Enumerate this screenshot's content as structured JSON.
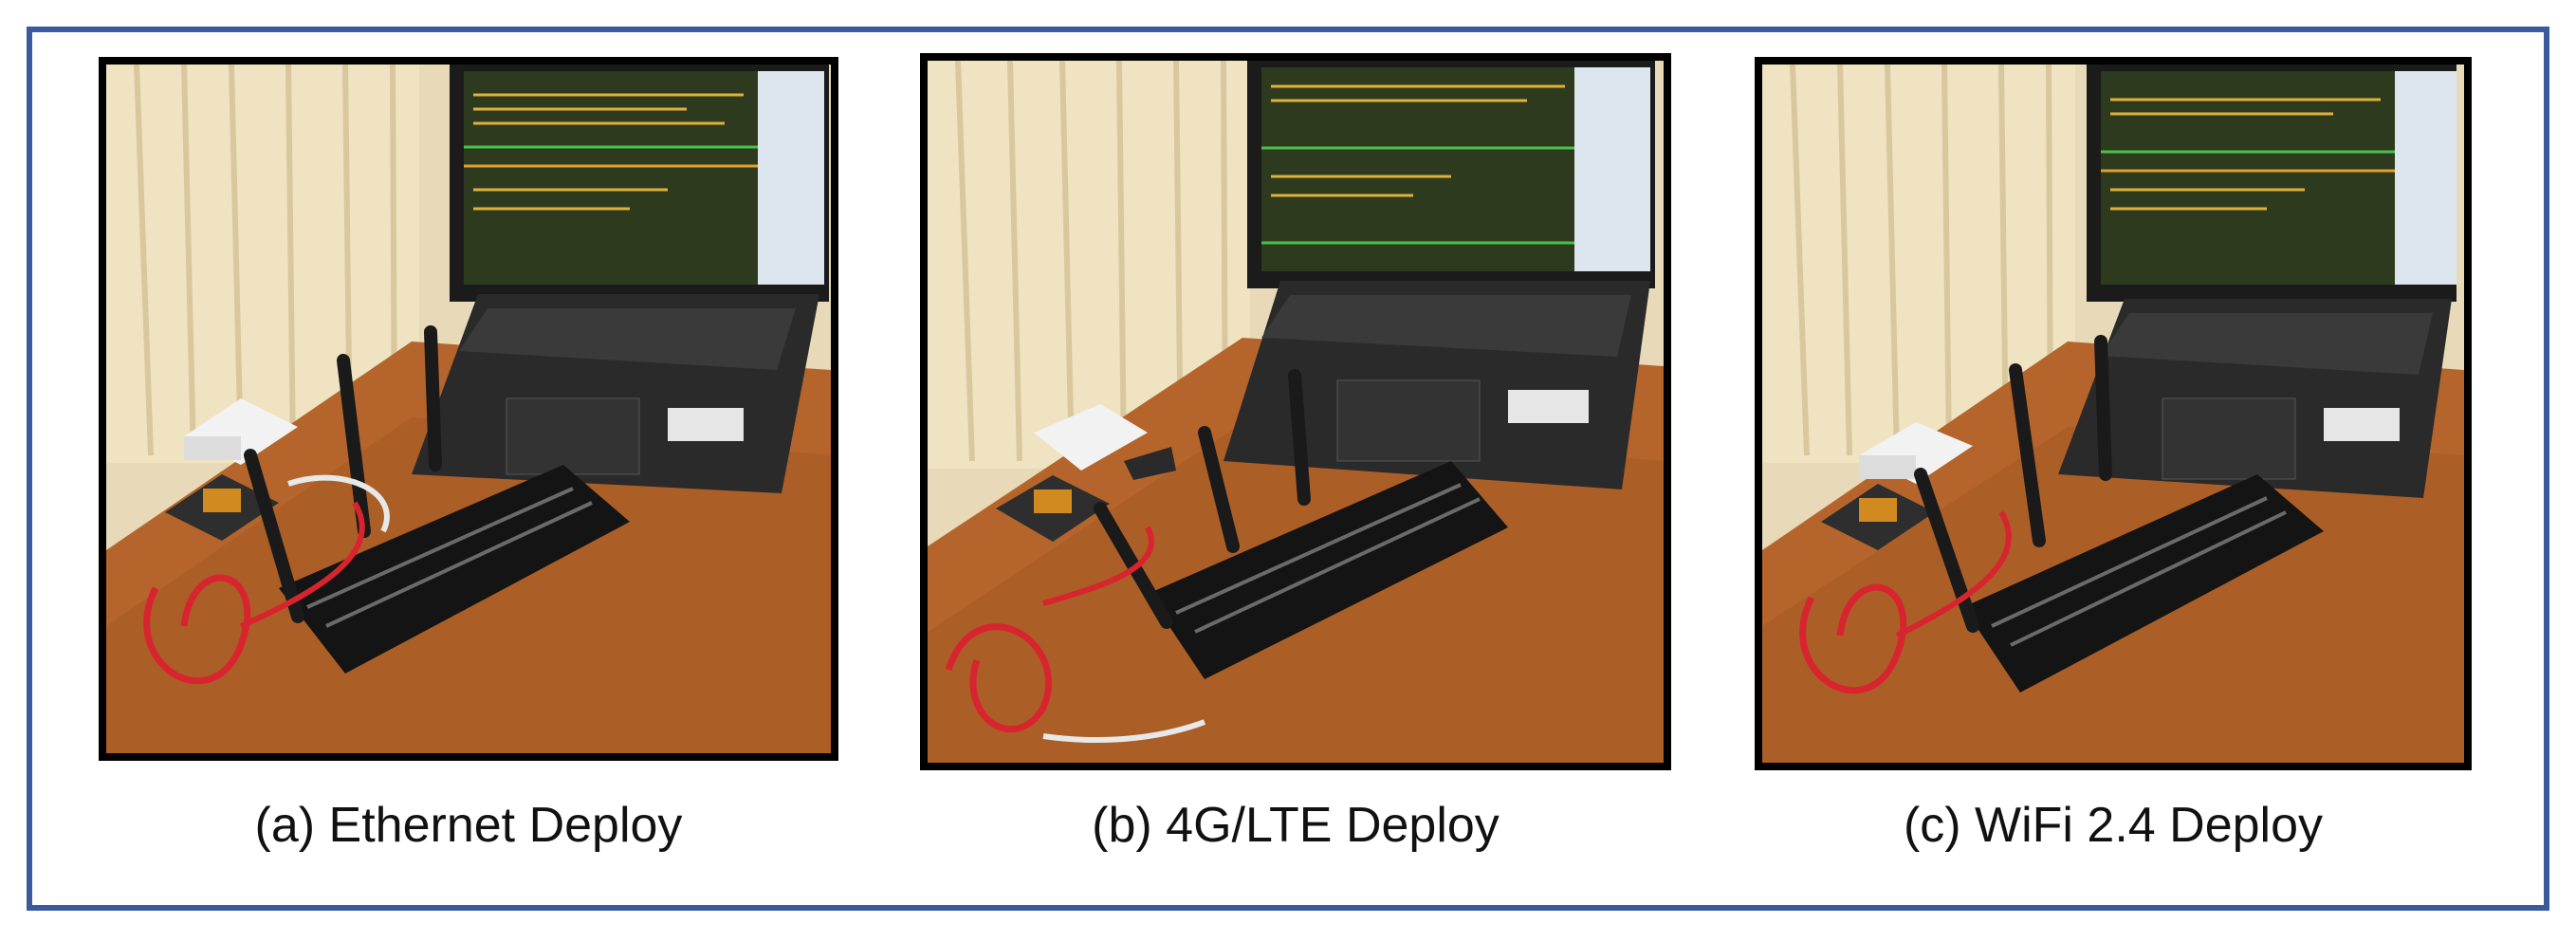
{
  "panels": [
    {
      "caption": "(a) Ethernet Deploy"
    },
    {
      "caption": "(b) 4G/LTE Deploy"
    },
    {
      "caption": "(c) WiFi 2.4 Deploy"
    }
  ]
}
